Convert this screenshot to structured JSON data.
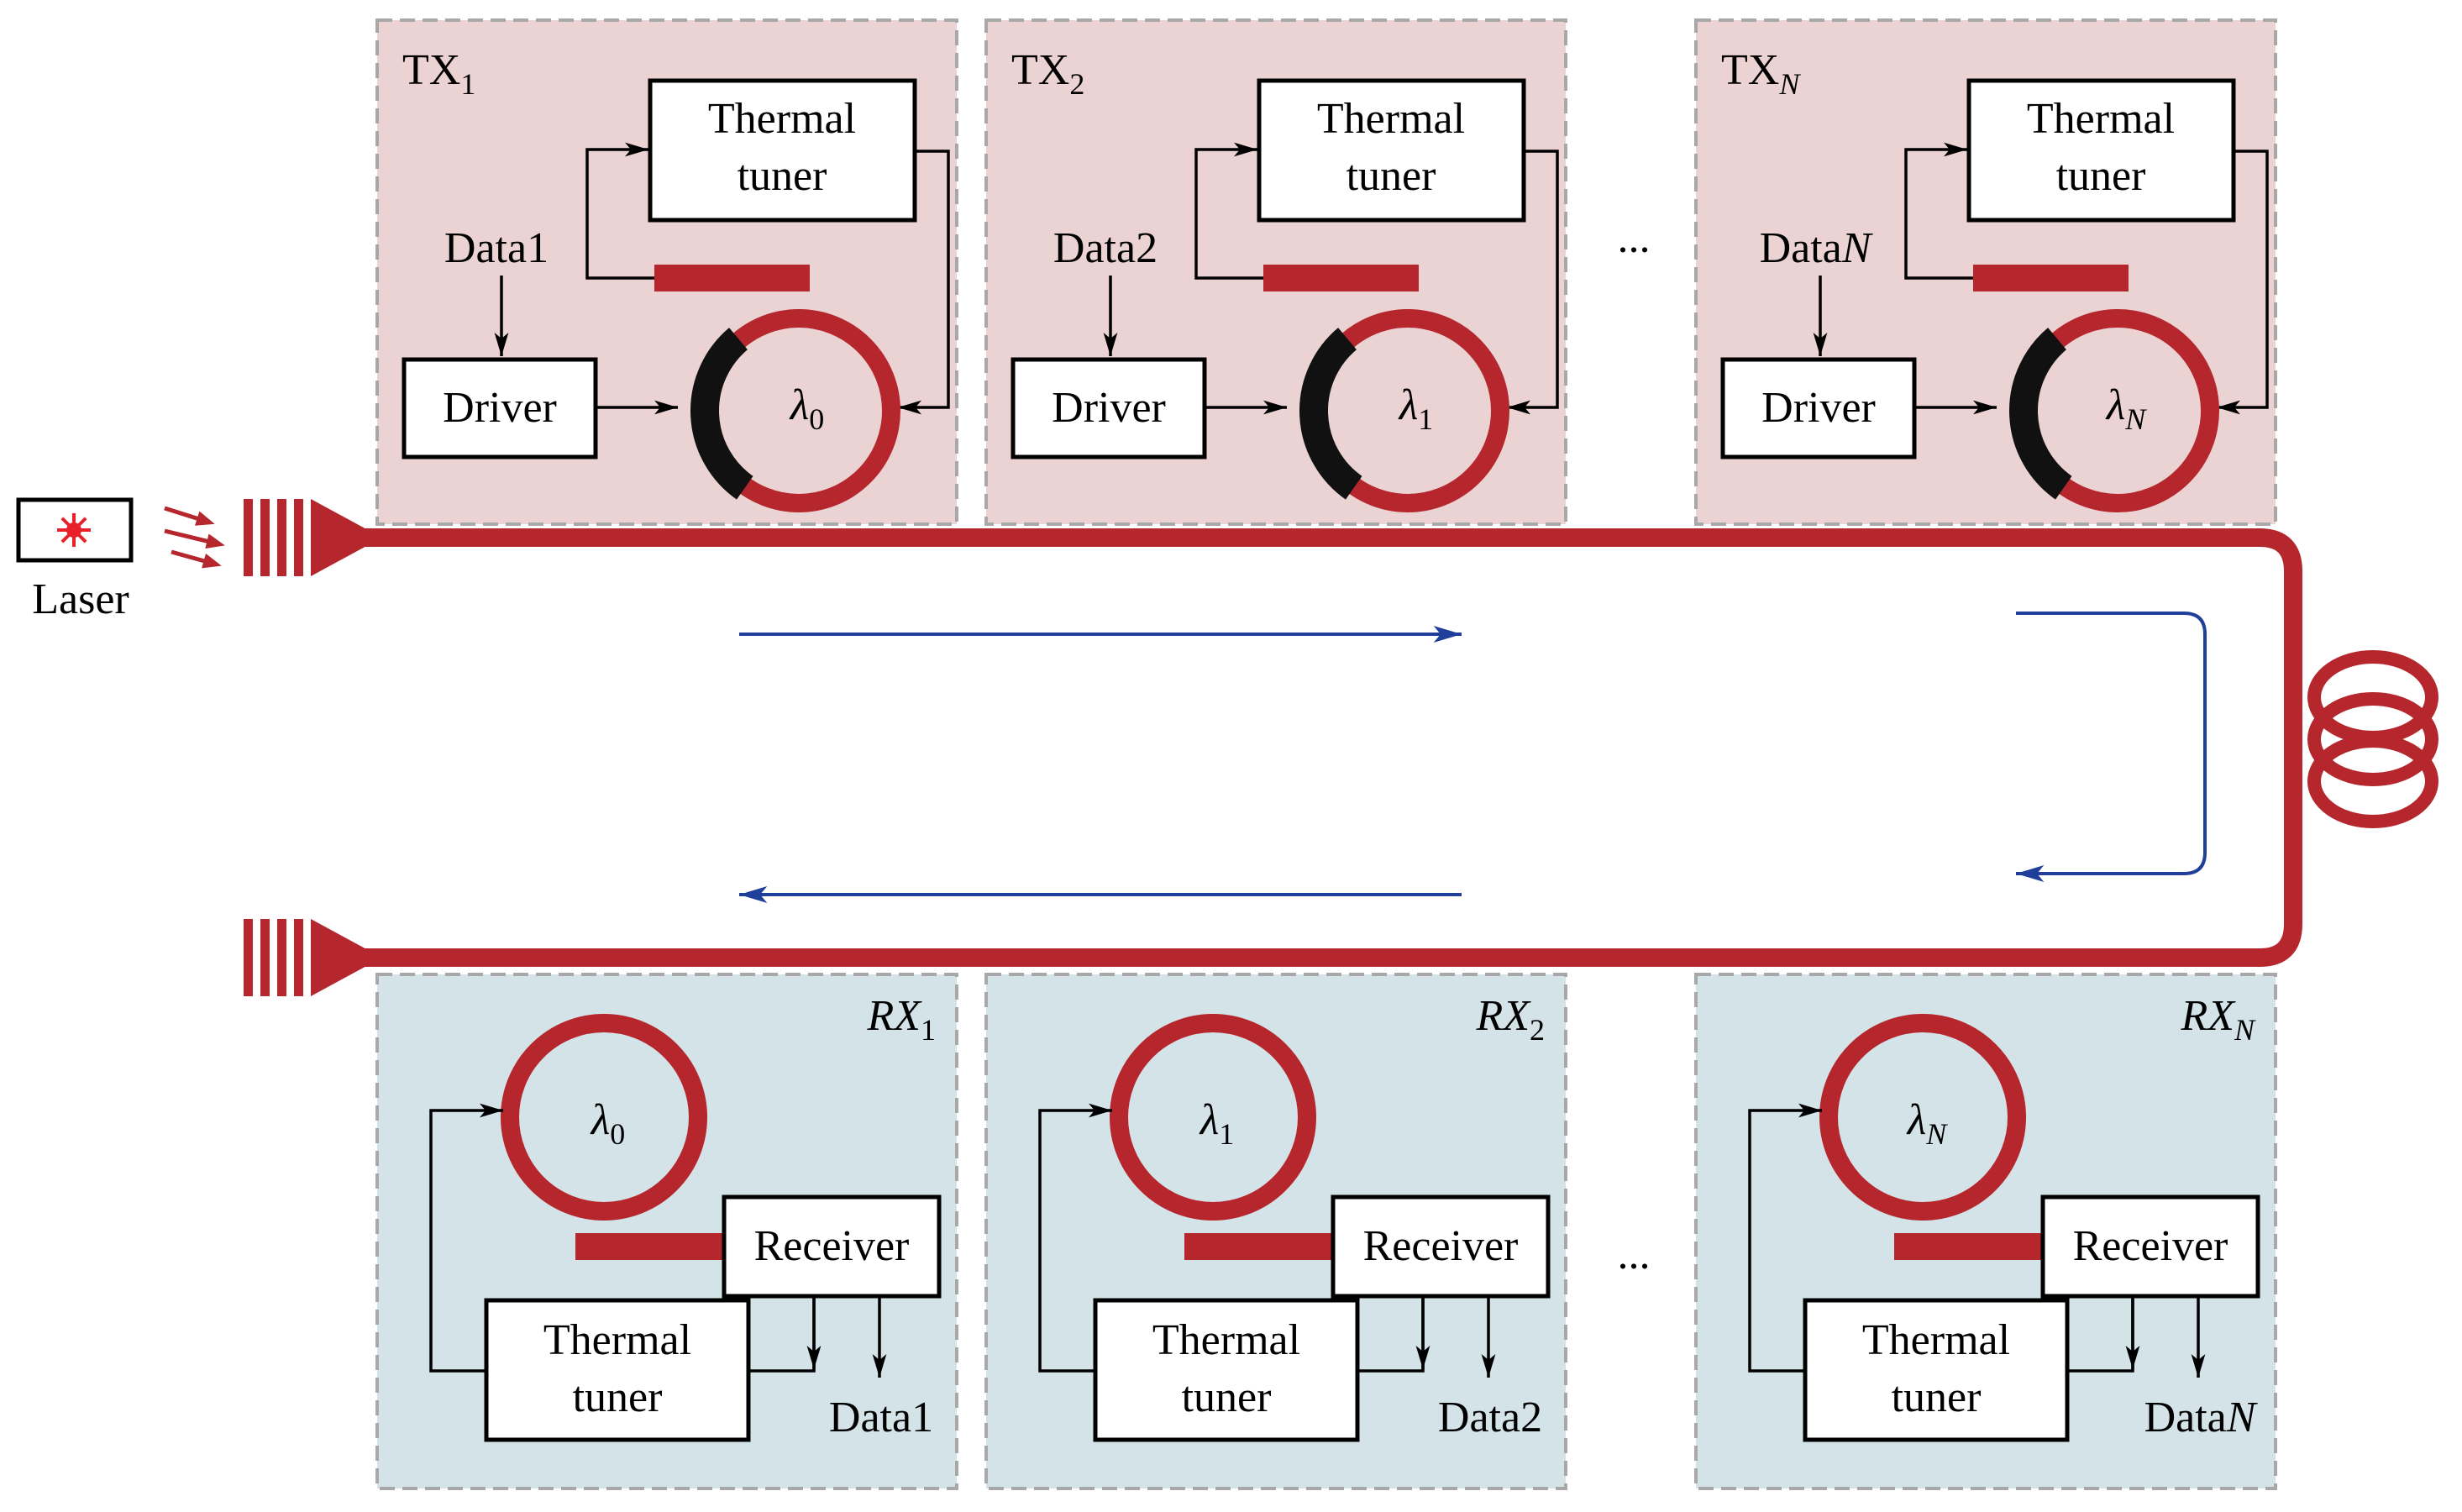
{
  "colors": {
    "waveguide": "#b5262d",
    "tx_panel_fill": "#ebd3d4",
    "rx_panel_fill": "#d3e3e8",
    "panel_border": "#a8a8a8",
    "direction_arrow": "#1f3f9a",
    "modulator_segment": "#111111"
  },
  "laser": {
    "label": "Laser",
    "icon": "laser-star-icon"
  },
  "transmitters": [
    {
      "id": "TX",
      "sub": "1",
      "sub_italic": false,
      "tuner_line1": "Thermal",
      "tuner_line2": "tuner",
      "data_prefix": "Data",
      "data_suffix": "1",
      "data_italic": false,
      "driver": "Driver",
      "lambda_sub": "0",
      "lambda_italic": false
    },
    {
      "id": "TX",
      "sub": "2",
      "sub_italic": false,
      "tuner_line1": "Thermal",
      "tuner_line2": "tuner",
      "data_prefix": "Data",
      "data_suffix": "2",
      "data_italic": false,
      "driver": "Driver",
      "lambda_sub": "1",
      "lambda_italic": false
    },
    {
      "id": "TX",
      "sub": "N",
      "sub_italic": true,
      "tuner_line1": "Thermal",
      "tuner_line2": "tuner",
      "data_prefix": "Data",
      "data_suffix": "N",
      "data_italic": true,
      "driver": "Driver",
      "lambda_sub": "N",
      "lambda_italic": true
    }
  ],
  "receivers": [
    {
      "id": "RX",
      "sub": "1",
      "sub_italic": false,
      "receiver": "Receiver",
      "tuner_line1": "Thermal",
      "tuner_line2": "tuner",
      "data_prefix": "Data",
      "data_suffix": "1",
      "data_italic": false,
      "lambda_sub": "0",
      "lambda_italic": false
    },
    {
      "id": "RX",
      "sub": "2",
      "sub_italic": false,
      "receiver": "Receiver",
      "tuner_line1": "Thermal",
      "tuner_line2": "tuner",
      "data_prefix": "Data",
      "data_suffix": "2",
      "data_italic": false,
      "lambda_sub": "1",
      "lambda_italic": false
    },
    {
      "id": "RX",
      "sub": "N",
      "sub_italic": true,
      "receiver": "Receiver",
      "tuner_line1": "Thermal",
      "tuner_line2": "tuner",
      "data_prefix": "Data",
      "data_suffix": "N",
      "data_italic": true,
      "lambda_sub": "N",
      "lambda_italic": true
    }
  ],
  "ellipsis": "..."
}
